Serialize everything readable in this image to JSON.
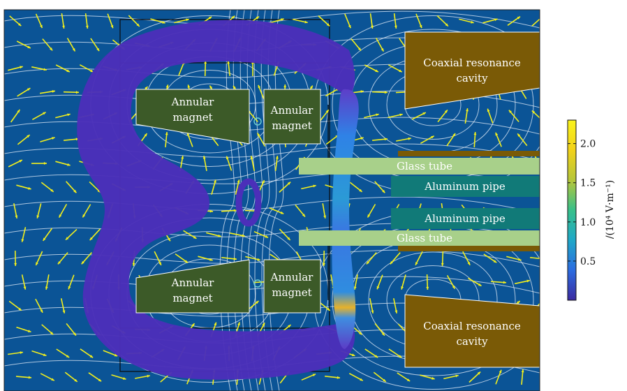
{
  "colors": {
    "background": "#0b5496",
    "ring": "#4b2fb9",
    "magnet": "#3c5a28",
    "cavity": "#7a5a06",
    "glass": "#a8d08a",
    "aluminum": "#117a78",
    "arrow": "#f4f01c",
    "streamline": "#e6eef8"
  },
  "labels": {
    "cavity_top": [
      "Coaxial resonance",
      "cavity"
    ],
    "cavity_bottom": [
      "Coaxial resonance",
      "cavity"
    ],
    "magnet_ul": [
      "Annular",
      "magnet"
    ],
    "magnet_ur": [
      "Annular",
      "magnet"
    ],
    "magnet_ll": [
      "Annular",
      "magnet"
    ],
    "magnet_lr": [
      "Annular",
      "magnet"
    ],
    "glass_top": "Glass tube",
    "glass_bottom": "Glass tube",
    "aluminum_top": "Aluminum pipe",
    "aluminum_bottom": "Aluminum pipe"
  },
  "colorbar": {
    "ticks": [
      "2.0",
      "1.5",
      "1.0",
      "0.5"
    ],
    "tick_values": [
      2.0,
      1.5,
      1.0,
      0.5
    ],
    "min": 0.0,
    "max": 2.3,
    "unit": "/(10⁴ V·m⁻¹)",
    "colors": [
      "#3b2aa0",
      "#2c6ce0",
      "#1fa8c8",
      "#37c08a",
      "#b6c63a",
      "#f2d21a",
      "#f9f31c"
    ]
  }
}
